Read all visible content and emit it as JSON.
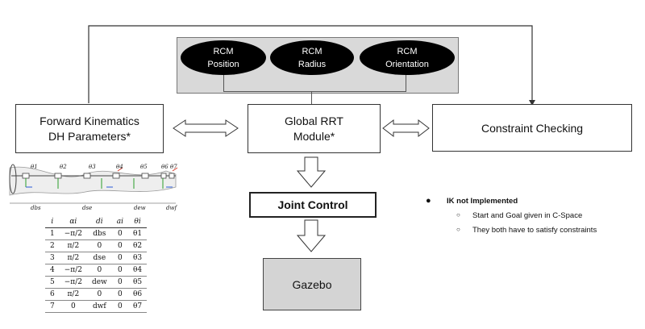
{
  "rcm": {
    "position": [
      "RCM",
      "Position"
    ],
    "radius": [
      "RCM",
      "Radius"
    ],
    "orientation": [
      "RCM",
      "Orientation"
    ]
  },
  "boxes": {
    "forward_kinematics": [
      "Forward Kinematics",
      "DH Parameters*"
    ],
    "global_rrt": [
      "Global RRT",
      "Module*"
    ],
    "constraint_checking": "Constraint Checking",
    "joint_control": "Joint Control",
    "gazebo": "Gazebo"
  },
  "robot_figure": {
    "top_labels": [
      "θ1",
      "θ2",
      "θ3",
      "θ4",
      "θ5",
      "θ6",
      "θ7"
    ],
    "bottom_labels": [
      "dbs",
      "dse",
      "dew",
      "dwf"
    ]
  },
  "dh_table": {
    "headers": [
      "i",
      "αi",
      "di",
      "ai",
      "θi"
    ],
    "rows": [
      [
        "1",
        "−π/2",
        "dbs",
        "0",
        "θ1"
      ],
      [
        "2",
        "π/2",
        "0",
        "0",
        "θ2"
      ],
      [
        "3",
        "π/2",
        "dse",
        "0",
        "θ3"
      ],
      [
        "4",
        "−π/2",
        "0",
        "0",
        "θ4"
      ],
      [
        "5",
        "−π/2",
        "dew",
        "0",
        "θ5"
      ],
      [
        "6",
        "π/2",
        "0",
        "0",
        "θ6"
      ],
      [
        "7",
        "0",
        "dwf",
        "0",
        "θ7"
      ]
    ]
  },
  "notes": {
    "main": "IK not Implemented",
    "sub": [
      "Start and Goal given in C-Space",
      "They both have to satisfy constraints"
    ]
  },
  "colors": {
    "rcm_panel": "#d9d9d9",
    "ellipse": "#000000",
    "gazebo_box": "#d4d4d4",
    "outline": "#333333"
  }
}
